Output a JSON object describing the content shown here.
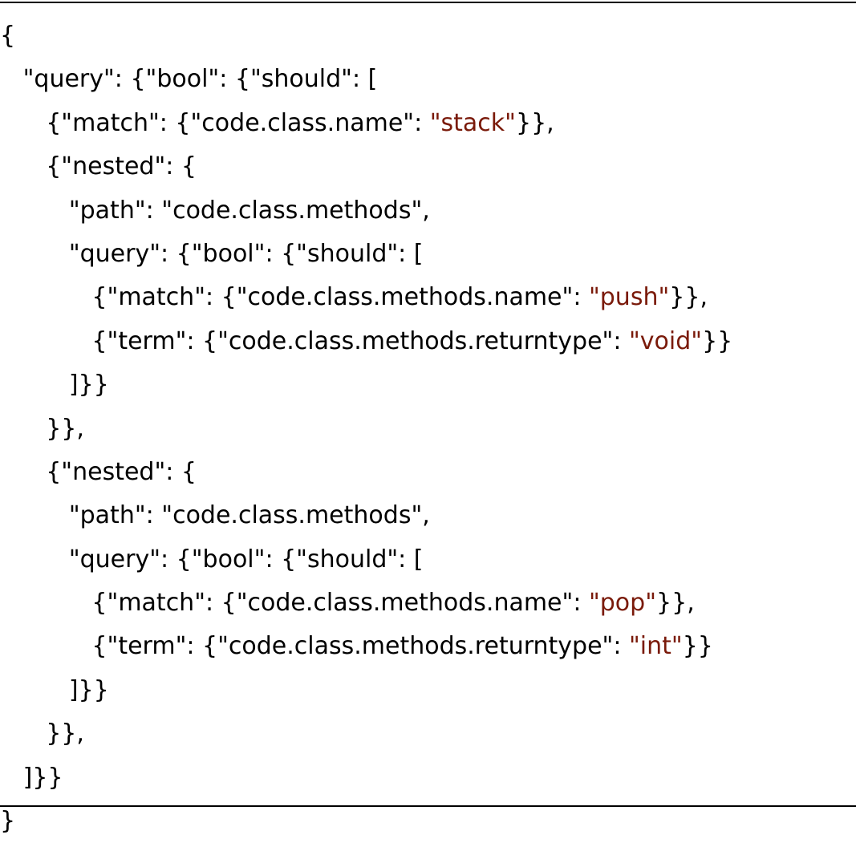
{
  "code_lines": [
    {
      "segments": [
        {
          "text": "{"
        }
      ]
    },
    {
      "segments": [
        {
          "text": "   \"query\": {\"bool\": {\"should\": ["
        }
      ]
    },
    {
      "segments": [
        {
          "text": "      {\"match\": {\"code.class.name\": "
        },
        {
          "text": "\"stack\"",
          "highlight": true
        },
        {
          "text": "}},"
        }
      ]
    },
    {
      "segments": [
        {
          "text": "      {\"nested\": {"
        }
      ]
    },
    {
      "segments": [
        {
          "text": "         \"path\": \"code.class.methods\","
        }
      ]
    },
    {
      "segments": [
        {
          "text": "         \"query\": {\"bool\": {\"should\": ["
        }
      ]
    },
    {
      "segments": [
        {
          "text": "            {\"match\": {\"code.class.methods.name\": "
        },
        {
          "text": "\"push\"",
          "highlight": true
        },
        {
          "text": "}},"
        }
      ]
    },
    {
      "segments": [
        {
          "text": "            {\"term\": {\"code.class.methods.returntype\": "
        },
        {
          "text": "\"void\"",
          "highlight": true
        },
        {
          "text": "}}"
        }
      ]
    },
    {
      "segments": [
        {
          "text": "         ]}}"
        }
      ]
    },
    {
      "segments": [
        {
          "text": "      }},"
        }
      ]
    },
    {
      "segments": [
        {
          "text": "      {\"nested\": {"
        }
      ]
    },
    {
      "segments": [
        {
          "text": "         \"path\": \"code.class.methods\","
        }
      ]
    },
    {
      "segments": [
        {
          "text": "         \"query\": {\"bool\": {\"should\": ["
        }
      ]
    },
    {
      "segments": [
        {
          "text": "            {\"match\": {\"code.class.methods.name\": "
        },
        {
          "text": "\"pop\"",
          "highlight": true
        },
        {
          "text": "}},"
        }
      ]
    },
    {
      "segments": [
        {
          "text": "            {\"term\": {\"code.class.methods.returntype\": "
        },
        {
          "text": "\"int\"",
          "highlight": true
        },
        {
          "text": "}}"
        }
      ]
    },
    {
      "segments": [
        {
          "text": "         ]}}"
        }
      ]
    },
    {
      "segments": [
        {
          "text": "      }},"
        }
      ]
    },
    {
      "segments": [
        {
          "text": "   ]}}"
        }
      ]
    },
    {
      "segments": [
        {
          "text": "}"
        }
      ]
    }
  ],
  "colors": {
    "text": "#000000",
    "string_highlight": "#7a1a0a",
    "rule": "#000000"
  }
}
